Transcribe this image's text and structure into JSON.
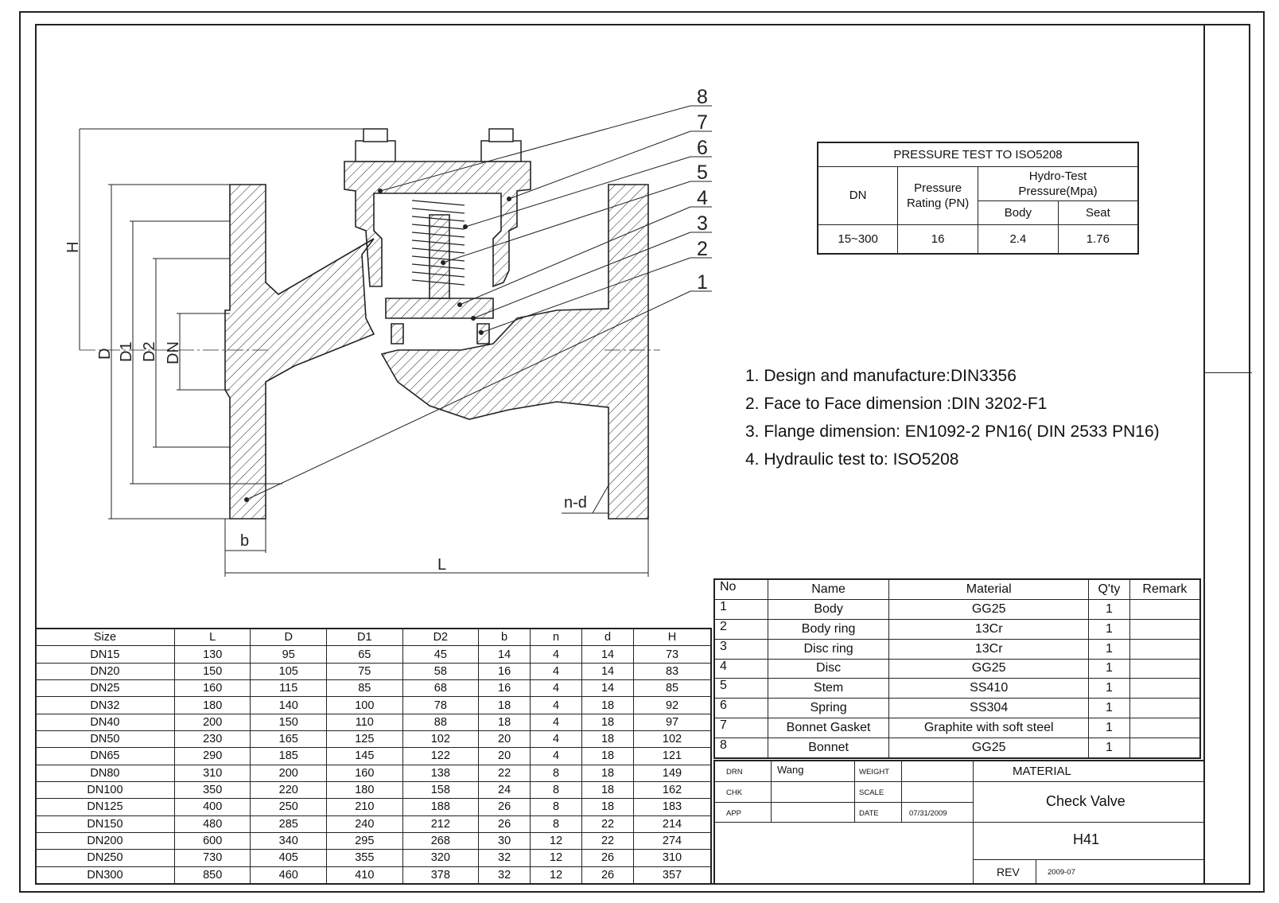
{
  "callouts": [
    "1",
    "2",
    "3",
    "4",
    "5",
    "6",
    "7",
    "8"
  ],
  "dim_labels": {
    "H": "H",
    "D": "D",
    "D1": "D1",
    "D2": "D2",
    "DN": "DN",
    "b": "b",
    "L": "L",
    "nd": "n-d"
  },
  "pressure_test": {
    "title": "PRESSURE TEST TO ISO5208",
    "col_dn": "DN",
    "col_rating_1": "Pressure",
    "col_rating_2": "Rating (PN)",
    "col_hydro_1": "Hydro-Test",
    "col_hydro_2": "Pressure(Mpa)",
    "col_body": "Body",
    "col_seat": "Seat",
    "row": {
      "dn": "15~300",
      "rating": "16",
      "body": "2.4",
      "seat": "1.76"
    }
  },
  "notes": [
    "1. Design and manufacture:DIN3356",
    "2. Face to Face dimension :DIN 3202-F1",
    "3. Flange dimension: EN1092-2 PN16( DIN 2533 PN16)",
    "4. Hydraulic test to: ISO5208"
  ],
  "dimension_table": {
    "headers": [
      "Size",
      "L",
      "D",
      "D1",
      "D2",
      "b",
      "n",
      "d",
      "H"
    ],
    "rows": [
      [
        "DN15",
        "130",
        "95",
        "65",
        "45",
        "14",
        "4",
        "14",
        "73"
      ],
      [
        "DN20",
        "150",
        "105",
        "75",
        "58",
        "16",
        "4",
        "14",
        "83"
      ],
      [
        "DN25",
        "160",
        "115",
        "85",
        "68",
        "16",
        "4",
        "14",
        "85"
      ],
      [
        "DN32",
        "180",
        "140",
        "100",
        "78",
        "18",
        "4",
        "18",
        "92"
      ],
      [
        "DN40",
        "200",
        "150",
        "110",
        "88",
        "18",
        "4",
        "18",
        "97"
      ],
      [
        "DN50",
        "230",
        "165",
        "125",
        "102",
        "20",
        "4",
        "18",
        "102"
      ],
      [
        "DN65",
        "290",
        "185",
        "145",
        "122",
        "20",
        "4",
        "18",
        "121"
      ],
      [
        "DN80",
        "310",
        "200",
        "160",
        "138",
        "22",
        "8",
        "18",
        "149"
      ],
      [
        "DN100",
        "350",
        "220",
        "180",
        "158",
        "24",
        "8",
        "18",
        "162"
      ],
      [
        "DN125",
        "400",
        "250",
        "210",
        "188",
        "26",
        "8",
        "18",
        "183"
      ],
      [
        "DN150",
        "480",
        "285",
        "240",
        "212",
        "26",
        "8",
        "22",
        "214"
      ],
      [
        "DN200",
        "600",
        "340",
        "295",
        "268",
        "30",
        "12",
        "22",
        "274"
      ],
      [
        "DN250",
        "730",
        "405",
        "355",
        "320",
        "32",
        "12",
        "26",
        "310"
      ],
      [
        "DN300",
        "850",
        "460",
        "410",
        "378",
        "32",
        "12",
        "26",
        "357"
      ]
    ]
  },
  "parts_table": {
    "headers": [
      "No",
      "Name",
      "Material",
      "Q'ty",
      "Remark"
    ],
    "rows": [
      [
        "1",
        "Body",
        "GG25",
        "1",
        ""
      ],
      [
        "2",
        "Body ring",
        "13Cr",
        "1",
        ""
      ],
      [
        "3",
        "Disc ring",
        "13Cr",
        "1",
        ""
      ],
      [
        "4",
        "Disc",
        "GG25",
        "1",
        ""
      ],
      [
        "5",
        "Stem",
        "SS410",
        "1",
        ""
      ],
      [
        "6",
        "Spring",
        "SS304",
        "1",
        ""
      ],
      [
        "7",
        "Bonnet Gasket",
        "Graphite with soft steel",
        "1",
        ""
      ],
      [
        "8",
        "Bonnet",
        "GG25",
        "1",
        ""
      ]
    ]
  },
  "title_block": {
    "drn_label": "DRN",
    "drn_value": "Wang",
    "chk_label": "CHK",
    "app_label": "APP",
    "weight_label": "WEIGHT",
    "scale_label": "SCALE",
    "date_label": "DATE",
    "date_value": "07/31/2009",
    "material_label": "MATERIAL",
    "product_name": "Check Valve",
    "model": "H41",
    "rev_label": "REV",
    "rev_value": "2009-07"
  }
}
